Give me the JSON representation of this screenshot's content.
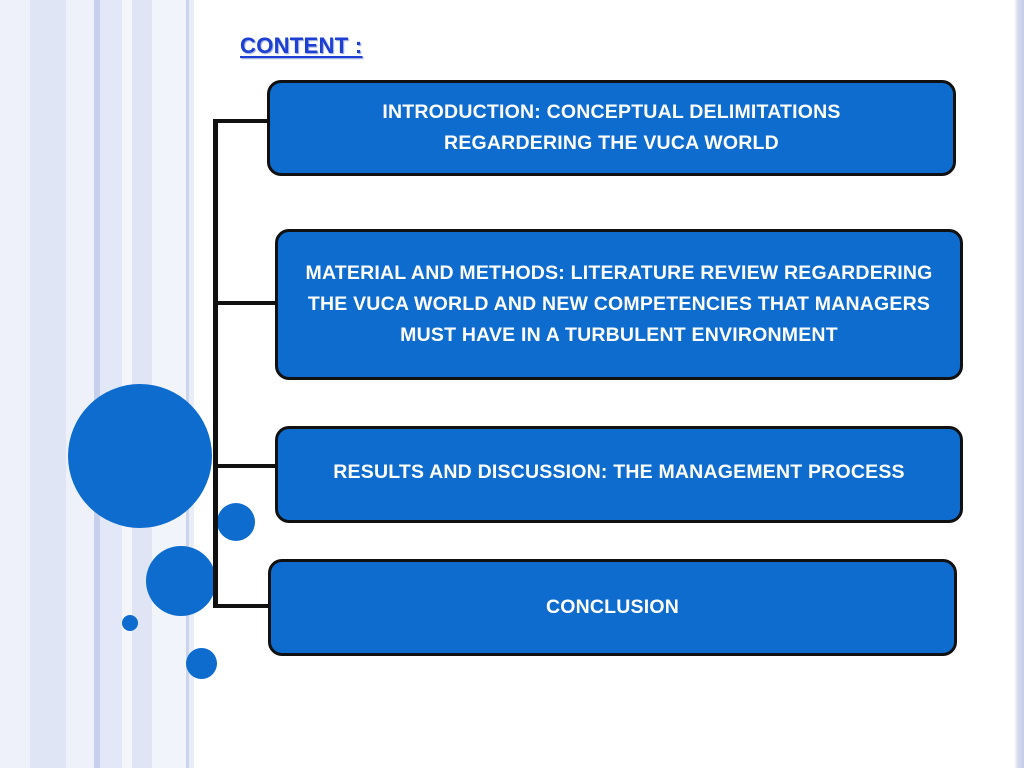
{
  "slide": {
    "title": "CONTENT :",
    "items": [
      {
        "label": "INTRODUCTION: CONCEPTUAL DELIMITATIONS REGARDERING THE VUCA WORLD"
      },
      {
        "label": "MATERIAL AND METHODS: LITERATURE REVIEW REGARDERING THE VUCA WORLD AND NEW COMPETENCIES THAT MANAGERS MUST HAVE IN A TURBULENT ENVIRONMENT"
      },
      {
        "label": "RESULTS AND DISCUSSION: THE MANAGEMENT PROCESS"
      },
      {
        "label": "CONCLUSION"
      }
    ]
  },
  "colors": {
    "accent": "#0d6cce",
    "title": "#1e3fd4",
    "border": "#111111",
    "stripe_light": "#e6eaf7",
    "stripe_mid": "#c9d1ec"
  }
}
